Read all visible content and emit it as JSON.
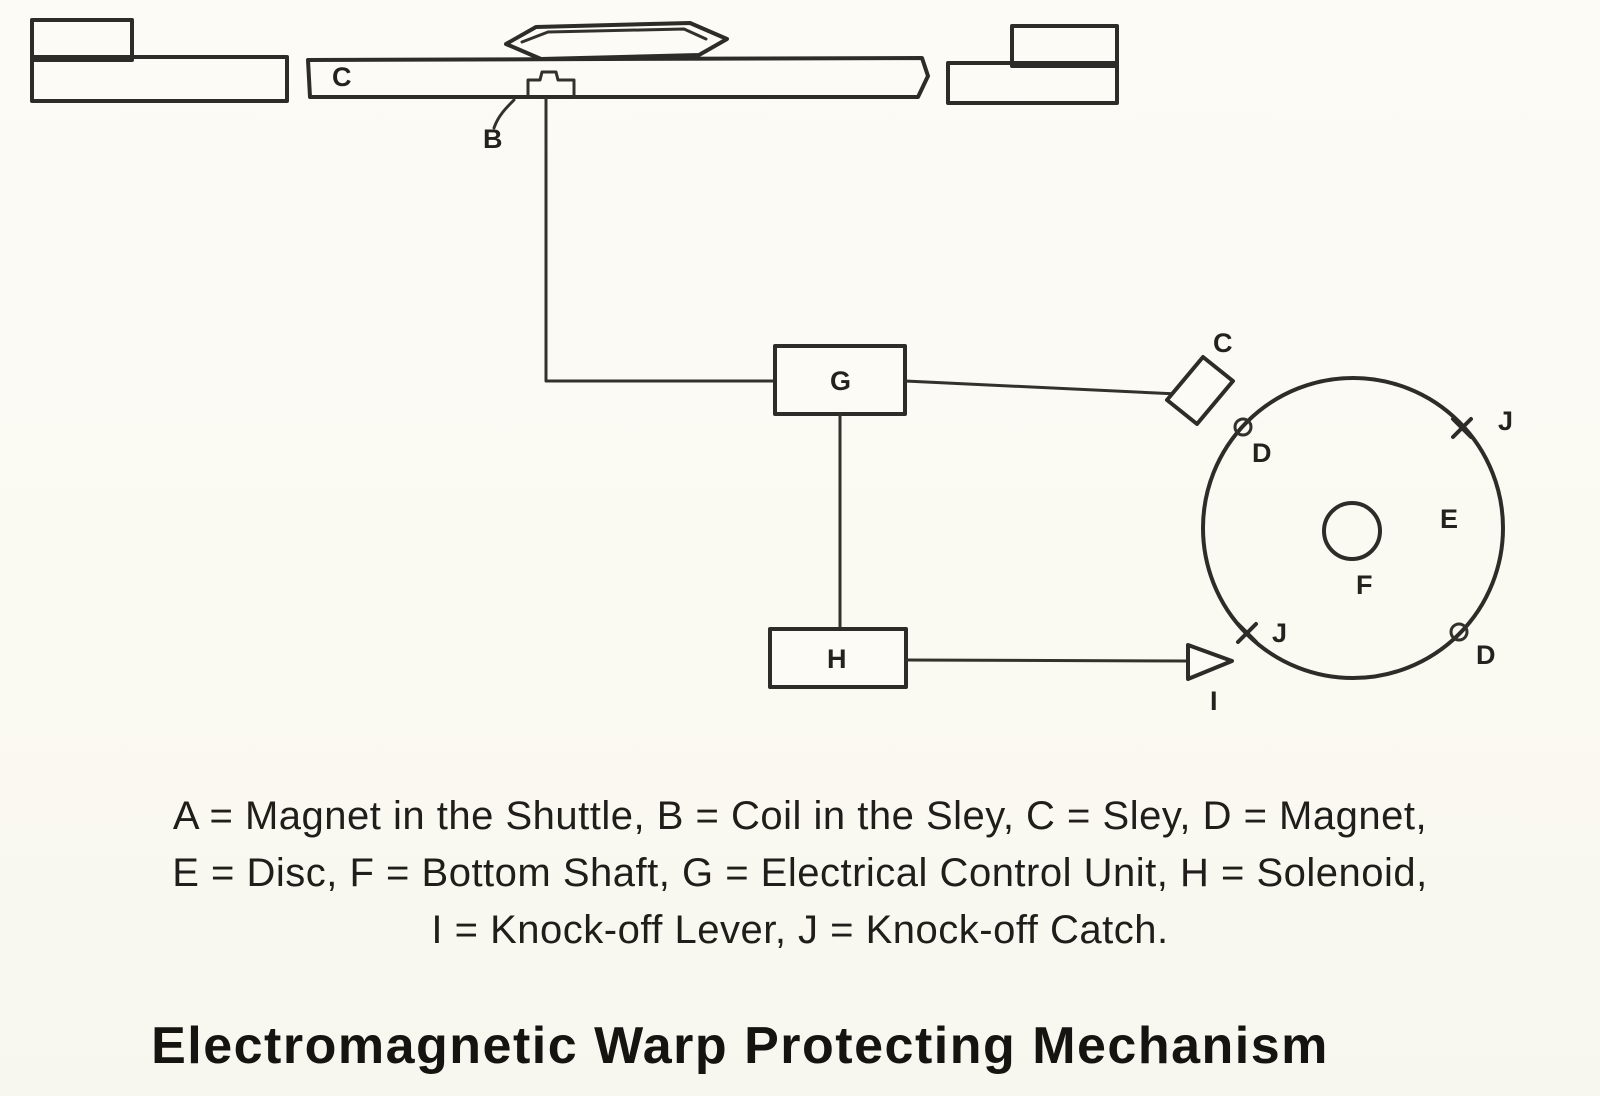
{
  "diagram": {
    "labels": {
      "sley": "C",
      "coil_wire": "B",
      "control_unit": "G",
      "pickup_coil": "C",
      "magnet_top": "D",
      "disc": "E",
      "bottom_shaft": "F",
      "catch_top": "J",
      "catch_bottom": "J",
      "magnet_bottom": "D",
      "solenoid": "H",
      "knock_off_lever": "I"
    }
  },
  "legend": {
    "line1": "A = Magnet in the Shuttle, B = Coil in the Sley, C = Sley,  D =  Magnet,",
    "line2": "E = Disc, F = Bottom Shaft, G = Electrical Control Unit,  H = Solenoid,",
    "line3": "I = Knock-off Lever, J = Knock-off Catch."
  },
  "title": "Electromagnetic Warp Protecting Mechanism"
}
